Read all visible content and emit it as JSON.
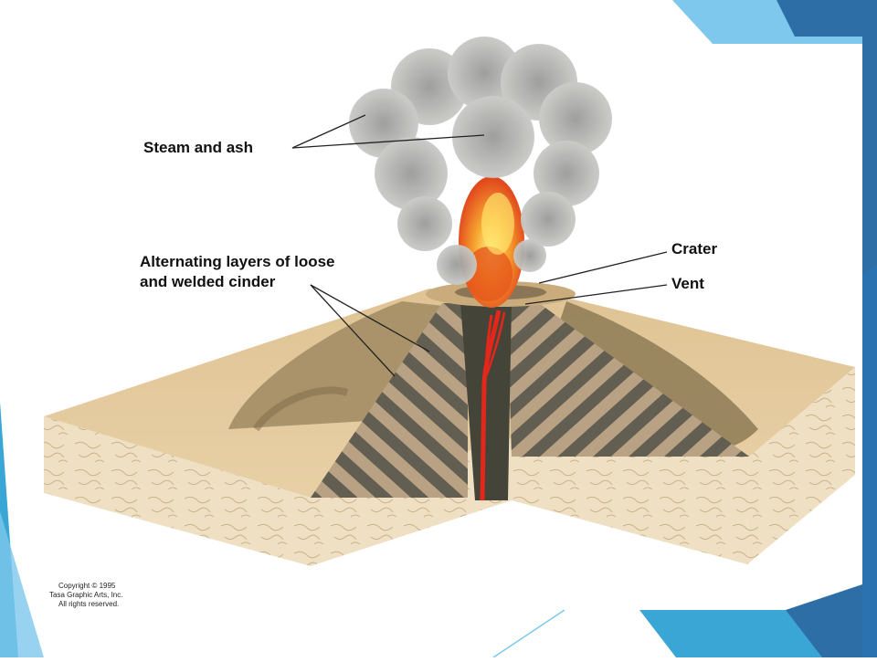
{
  "labels": {
    "steam_and_ash": "Steam and ash",
    "layers_line1": "Alternating layers of loose",
    "layers_line2": "and welded cinder",
    "crater": "Crater",
    "vent": "Vent"
  },
  "copyright": {
    "line1": "Copyright © 1995",
    "line2": "Tasa Graphic Arts, Inc.",
    "line3": "All rights reserved."
  },
  "colors": {
    "accent_dark": "#2e6ea6",
    "accent_light": "#39a6d6",
    "sand": "#e2c79a",
    "lava": "#e3271b",
    "cinder_dark": "#5f5d50",
    "cinder_light": "#b7a182"
  }
}
